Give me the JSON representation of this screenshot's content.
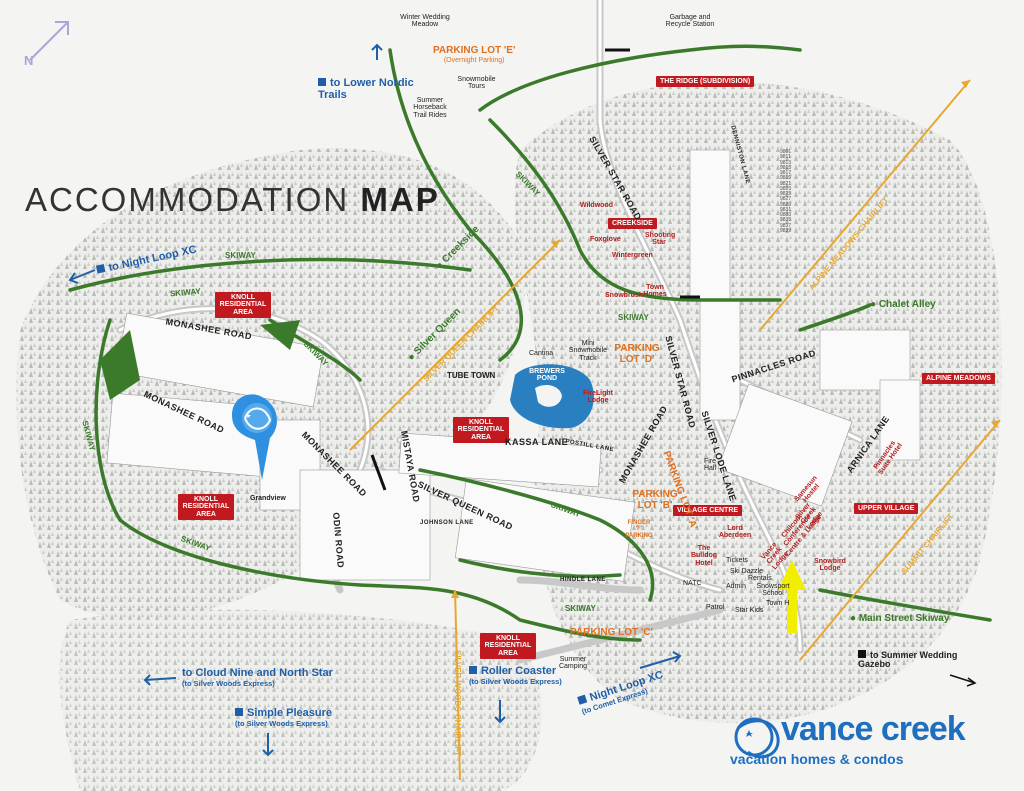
{
  "colors": {
    "skiway": "#3a7a2a",
    "chairlift": "#e6a833",
    "lot": "#e07020",
    "tag": "#c0191f",
    "brand": "#1f6fc0",
    "pond": "#2a7fc0",
    "marker": "#2f8fe0",
    "highlight_arrow": "#f2ee00"
  },
  "icons": {
    "compass": "compass-arrow-icon",
    "pin": "location-pin-icon",
    "logo": "vance-creek-swirl-logo-icon"
  },
  "title": {
    "light": "ACCOMMODATION",
    "bold": "MAP"
  },
  "compass": "N",
  "lots": {
    "e": "PARKING LOT 'E'",
    "e_sub": "(Overnight Parking)",
    "d": "PARKING LOT 'D'",
    "b": "PARKING LOT 'B'",
    "a": "PARKING LOT 'A'",
    "c": "PARKING LOT 'C'",
    "f": "FINGER 'F' PARKING"
  },
  "tags": {
    "ridge": "THE RIDGE (SUBDIVISION)",
    "creekside": "CREEKSIDE",
    "knoll": "KNOLL RESIDENTIAL AREA",
    "alpine_meadows": "ALPINE MEADOWS",
    "upper_village": "UPPER VILLAGE",
    "village_centre": "VILLAGE CENTRE"
  },
  "roads": {
    "monashee": "MONASHEE ROAD",
    "silver_star": "SILVER STAR ROAD",
    "pinnacles": "PINNACLES ROAD",
    "silver_lode": "SILVER LODE LANE",
    "arnica": "ARNICA LANE",
    "kassa": "KASSA LANE",
    "silver_queen": "SILVER QUEEN ROAD",
    "odin": "ODIN ROAD",
    "mistaya": "MISTAYA ROAD",
    "johnson": "JOHNSON LANE",
    "hindle": "HINDLE LANE",
    "postill": "POSTILL LANE",
    "denniston": "DENNISTON LANE"
  },
  "skiway": "SKIWAY",
  "chairlifts": {
    "alpine": "ALPINE MEADOWS CHAIRLIFT",
    "queen": "SILVER QUEEN CHAIRLIFT",
    "summit": "SUMMIT CHAIRLIFT",
    "woods": "SILVER WOODS CHAIRLIFT"
  },
  "green_labels": {
    "creekside": "Creekside",
    "silver_queen": "Silver Queen",
    "chalet": "Chalet Alley",
    "main_street": "Main Street Skiway"
  },
  "external": {
    "lower_nordic": "to Lower Nordic Trails",
    "night_loop": "to Night Loop XC",
    "cloud_nine": "to Cloud Nine and North Star",
    "cloud_nine_sub": "(to Silver Woods Express)",
    "roller": "Roller Coaster",
    "roller_sub": "(to Silver Woods Express)",
    "simple": "Simple Pleasure",
    "simple_sub": "(to Silver Woods Express)",
    "night_loop2": "Night Loop XC",
    "night_loop2_sub": "(to Comet Express)",
    "wedding": "to Summer Wedding Gazebo"
  },
  "places": {
    "winter_wedding": "Winter Wedding Meadow",
    "garbage": "Garbage and Recycle Station",
    "snowmobile": "Snowmobile Tours",
    "horseback": "Summer Horseback Trail Rides",
    "tube_town": "TUBE TOWN",
    "cantina": "Cantina",
    "mini_snowmobile": "Mini Snowmobile Track",
    "brewers": "BREWERS POND",
    "firelight": "FireLight Lodge",
    "wildwood": "Wildwood",
    "foxglove": "Foxglove",
    "shooting_star": "Shooting Star",
    "wintergreen": "Wintergreen",
    "snowbrush": "Snowbrush",
    "town_homes": "Town Homes",
    "grandview": "Grandview",
    "bulldog": "The Bulldog Hotel",
    "lord_aberdeen": "Lord Aberdeen",
    "vance_creek": "Vance Creek Lodge",
    "chilcoot": "Chilcoot Conference Centre & Lodge",
    "silver_creek": "Silver Creek Lodge",
    "samesun": "Samesun Hostel",
    "snowbird": "Snowbird Lodge",
    "pinnacles_suite": "Pinnacles Suite Hotel",
    "tickets": "Tickets",
    "ski_dazzle": "Ski Dazzle",
    "admin": "Admin",
    "rentals": "Rentals",
    "snowsport": "Snowsport School",
    "town_h": "Town H",
    "natc": "NATC",
    "patrol": "Patrol",
    "star_kids": "Star Kids",
    "summer_camping": "Summer Camping",
    "fire_hall": "Fire Hall"
  },
  "lots_numbers_sample": [
    "9801",
    "9811",
    "9813",
    "9815",
    "9817",
    "9819",
    "9821",
    "9823",
    "9825",
    "9827",
    "9829",
    "9831",
    "9833",
    "9835",
    "9837",
    "9839"
  ],
  "logo": {
    "line1": "vance creek",
    "line2a": "vacation homes",
    "amp": "&",
    "line2b": "condos"
  }
}
